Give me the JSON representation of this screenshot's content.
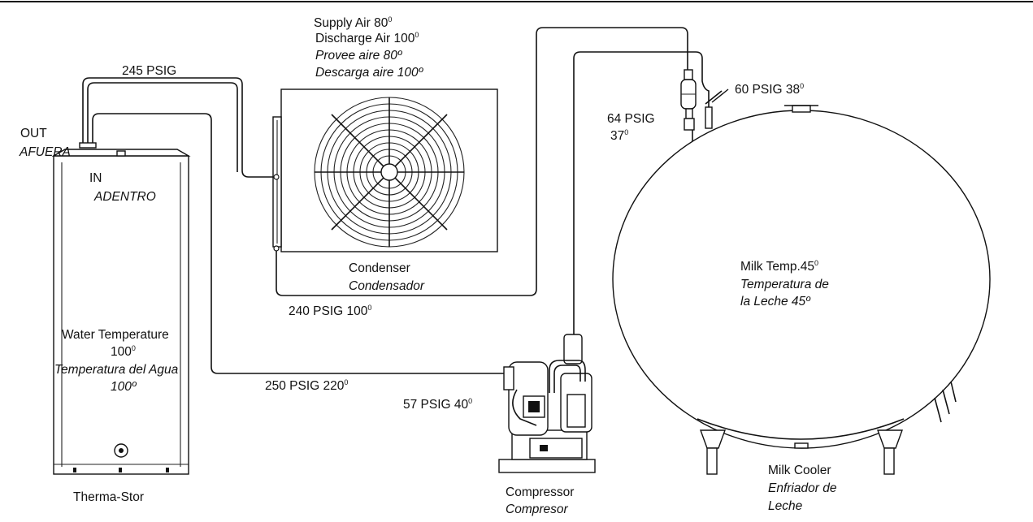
{
  "labels": {
    "supply_air": "Supply Air 80",
    "supply_air_deg": "0",
    "discharge_air": "Discharge Air 100",
    "discharge_air_deg": "0",
    "provee_aire": "Provee aire 80º",
    "descarga_aire": "Descarga aire 100º",
    "psig_245": "245 PSIG",
    "out": "OUT",
    "afuera": "AFUERA",
    "in": "IN",
    "adentro": "ADENTRO",
    "condenser": "Condenser",
    "condensador": "Condensador",
    "psig_240": "240 PSIG 100",
    "psig_240_deg": "0",
    "water_temp": "Water Temperature",
    "water_temp_value": "100",
    "water_temp_deg": "0",
    "temperatura_agua": "Temperatura del Agua",
    "temperatura_agua_value": "100º",
    "psig_250": "250 PSIG 220",
    "psig_250_deg": "0",
    "psig_57": "57 PSIG 40",
    "psig_57_deg": "0",
    "therma_stor": "Therma-Stor",
    "compressor": "Compressor",
    "compresor": "Compresor",
    "psig_64": "64 PSIG",
    "temp_37": "37",
    "temp_37_deg": "0",
    "psig_60": "60 PSIG 38",
    "psig_60_deg": "0",
    "milk_temp": "Milk Temp.45",
    "milk_temp_deg": "0",
    "temperatura_leche_1": "Temperatura de",
    "temperatura_leche_2": "la Leche 45º",
    "milk_cooler": "Milk Cooler",
    "enfriador_1": "Enfriador de",
    "enfriador_2": "Leche"
  },
  "icons": {
    "fan": "condenser-fan-icon",
    "tank": "milk-tank-icon",
    "heater": "water-heater-icon",
    "compressor": "compressor-unit-icon"
  }
}
